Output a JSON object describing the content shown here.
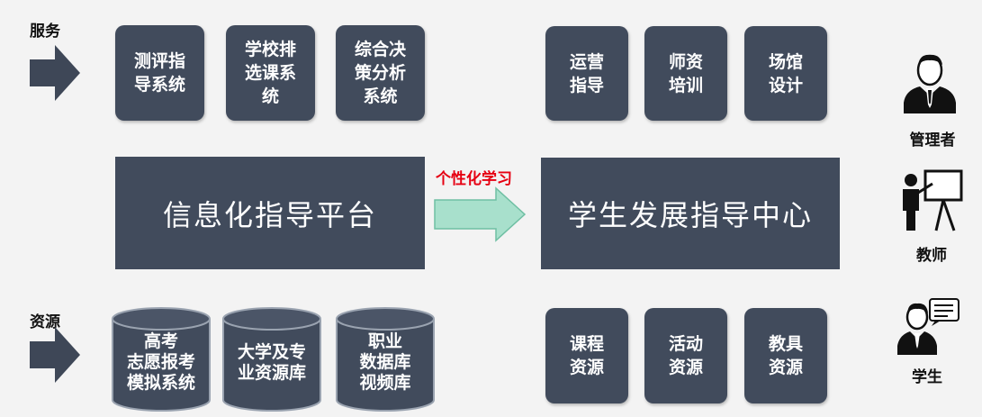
{
  "sections": {
    "service": "服务",
    "resource": "资源"
  },
  "service_boxes": [
    "测评指\n导系统",
    "学校排\n选课系\n统",
    "综合决\n策分析\n系统",
    "运营\n指导",
    "师资\n培训",
    "场馆\n设计"
  ],
  "platform": {
    "left": "信息化指导平台",
    "right": "学生发展指导中心",
    "connector_label": "个性化学习"
  },
  "resource_cylinders": [
    "高考\n志愿报考\n模拟系统",
    "大学及专\n业资源库",
    "职业\n数据库\n视频库"
  ],
  "resource_boxes": [
    "课程\n资源",
    "活动\n资源",
    "教具\n资源"
  ],
  "roles": {
    "manager": "管理者",
    "teacher": "教师",
    "student": "学生"
  },
  "colors": {
    "box": "#414b5c",
    "connector_arrow": "#a8e0cc",
    "connector_label": "#e60012"
  }
}
